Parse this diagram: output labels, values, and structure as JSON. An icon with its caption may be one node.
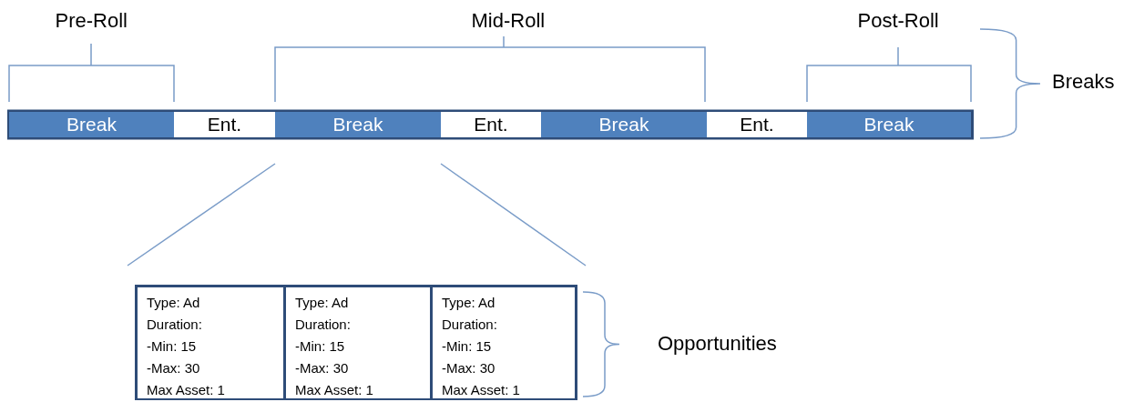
{
  "diagram": {
    "nodes": [
      {
        "text": [
          "Break"
        ]
      },
      {
        "text": [
          "Ent."
        ]
      },
      {
        "text": [
          "Break"
        ]
      },
      {
        "text": [
          "Ent."
        ]
      },
      {
        "text": [
          "Break"
        ]
      },
      {
        "text": [
          "Ent."
        ]
      },
      {
        "text": [
          "Break"
        ]
      },
      {
        "text": [],
        "shape": "box"
      },
      {
        "text": [
          "Type: Ad",
          "Duration:",
          "-Min: 15",
          "-Max: 30",
          "Max Asset: 1"
        ],
        "in": 7
      },
      {
        "text": [
          "Type: Ad",
          "Duration:",
          "-Min: 15",
          "-Max: 30",
          "Max Asset: 1"
        ],
        "in": 7
      },
      {
        "text": [
          "Type: Ad",
          "Duration:",
          "-Min: 15",
          "-Max: 30",
          "Max Asset: 1"
        ],
        "in": 7
      }
    ],
    "edges": [
      {
        "from": 2,
        "to": 7,
        "arrow": "none"
      },
      {
        "from": 2,
        "to": 7,
        "arrow": "none"
      }
    ],
    "labels": [
      "Pre-Roll",
      "Mid-Roll",
      "Post-Roll",
      "Breaks",
      "Opportunities"
    ]
  }
}
